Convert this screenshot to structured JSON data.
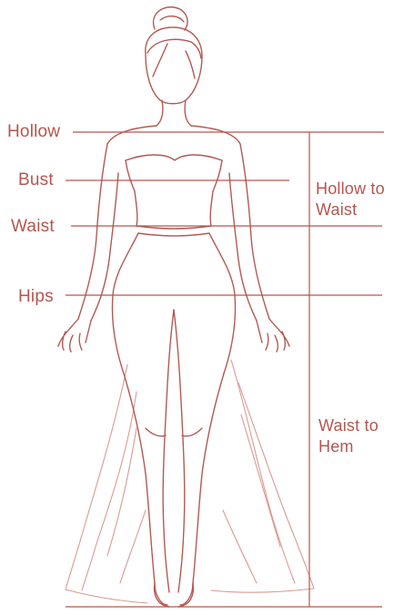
{
  "colors": {
    "line": "#b4564f",
    "figure": "#b35a52",
    "train": "#d78f86",
    "text": "#b4564f"
  },
  "labels": {
    "hollow": "Hollow",
    "bust": "Bust",
    "waist": "Waist",
    "hips": "Hips",
    "hollow_to_waist": "Hollow to\nWaist",
    "waist_to_hem": "Waist to\nHem"
  }
}
